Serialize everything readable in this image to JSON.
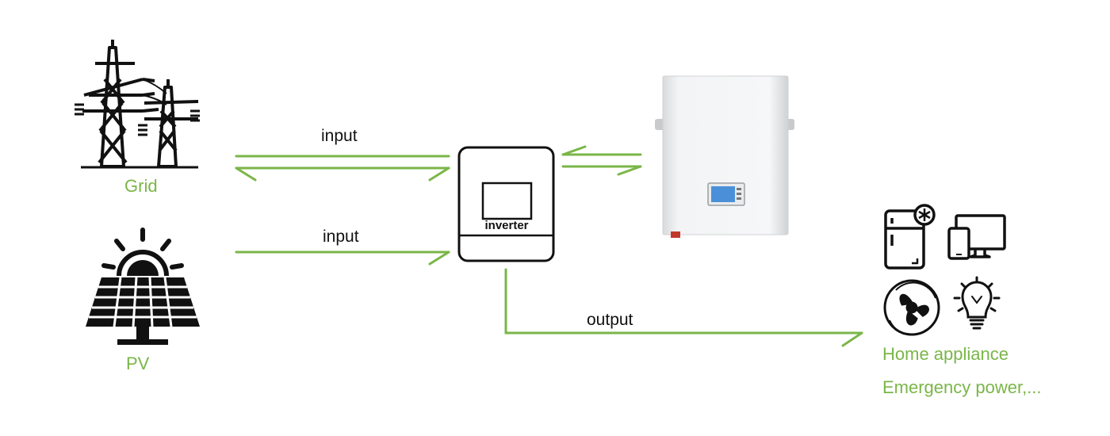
{
  "colors": {
    "accent": "#7ab648",
    "ink": "#111111"
  },
  "sources": {
    "grid_label": "Grid",
    "pv_label": "PV"
  },
  "flows": {
    "grid_input_label": "input",
    "pv_input_label": "input",
    "output_label": "output"
  },
  "inverter": {
    "label": "inverter"
  },
  "loads": {
    "label_1": "Home appliance",
    "label_2": "Emergency power,..."
  },
  "icons": [
    "transmission-tower-icon",
    "solar-panel-icon",
    "battery-pack-image",
    "fridge-icon",
    "monitor-phone-icon",
    "fan-icon",
    "light-bulb-icon"
  ]
}
